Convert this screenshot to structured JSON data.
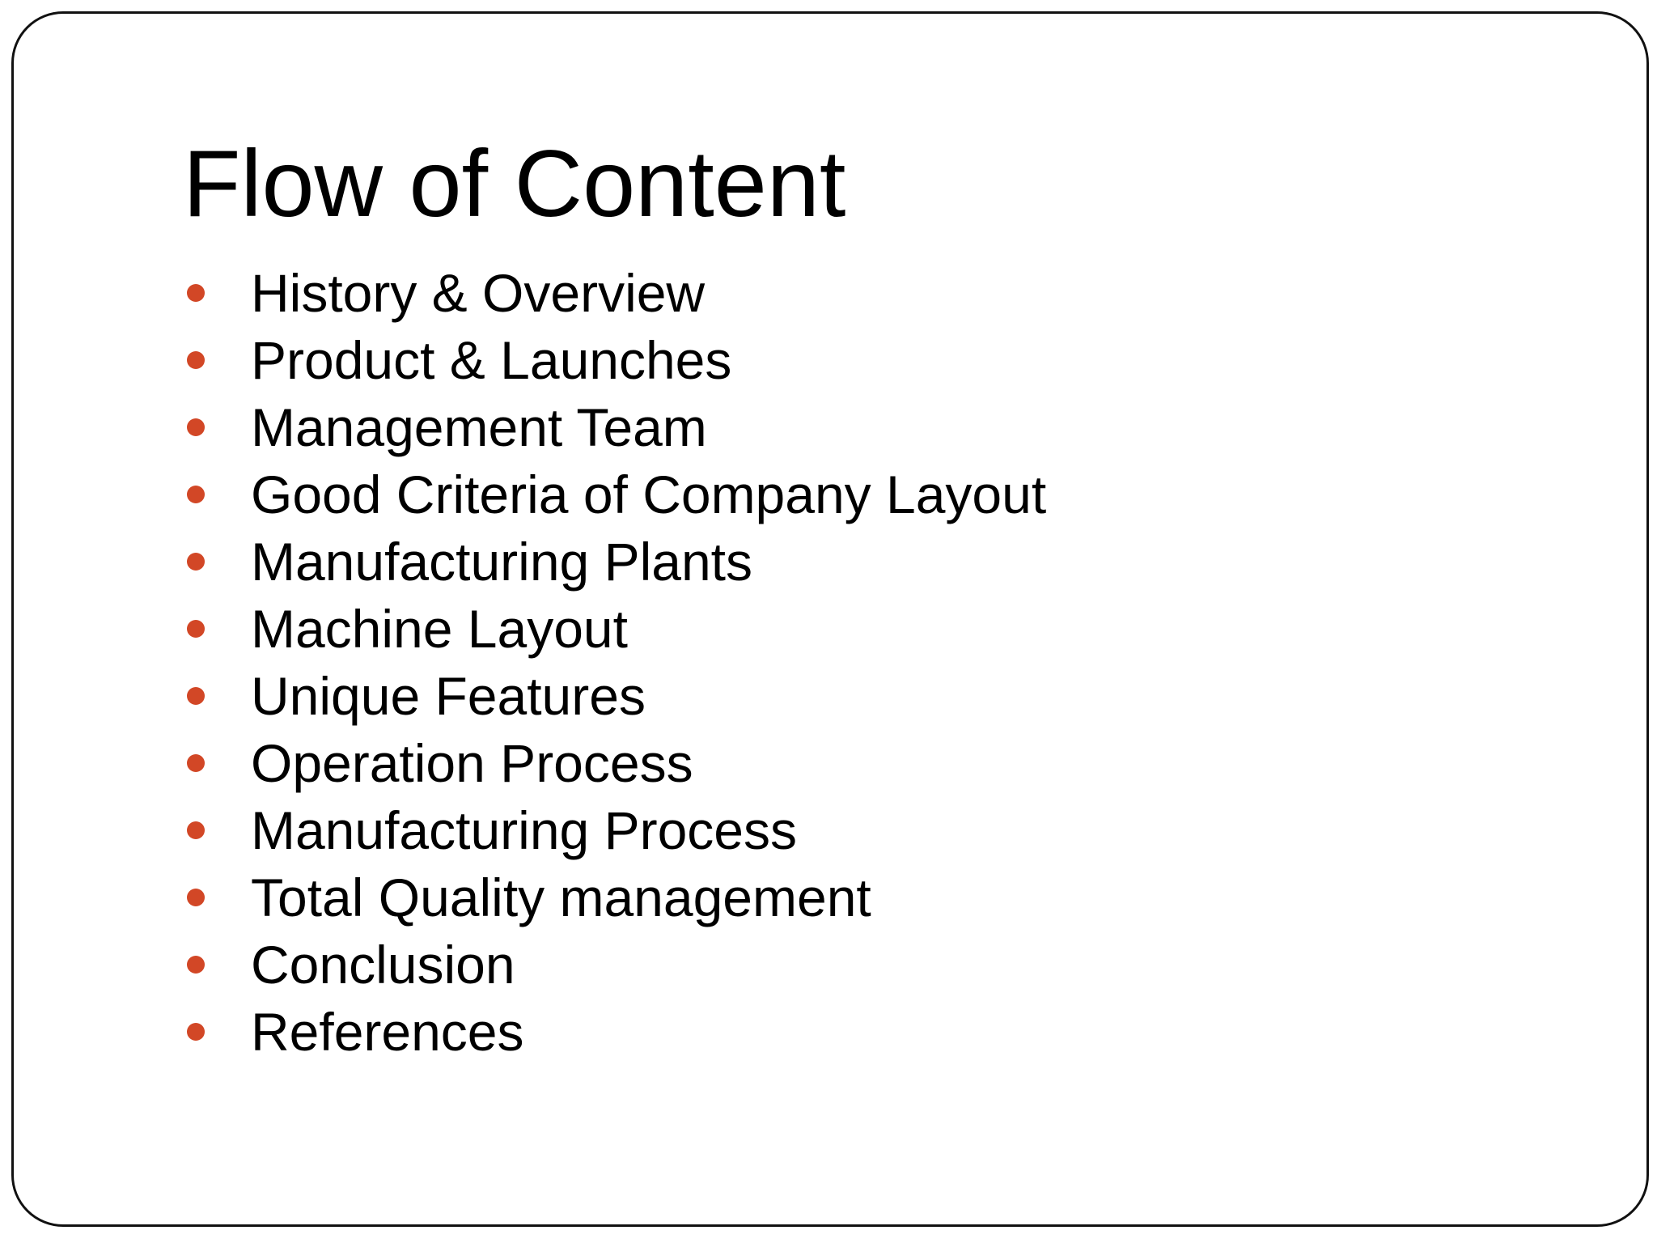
{
  "slide": {
    "title": "Flow of Content",
    "bullet_color": "#d24726",
    "bullets": [
      "History & Overview",
      "Product & Launches",
      "Management Team",
      "Good Criteria of Company Layout",
      "Manufacturing Plants",
      "Machine Layout",
      "Unique Features",
      "Operation Process",
      "Manufacturing Process",
      "Total Quality management",
      "Conclusion",
      "References"
    ]
  }
}
